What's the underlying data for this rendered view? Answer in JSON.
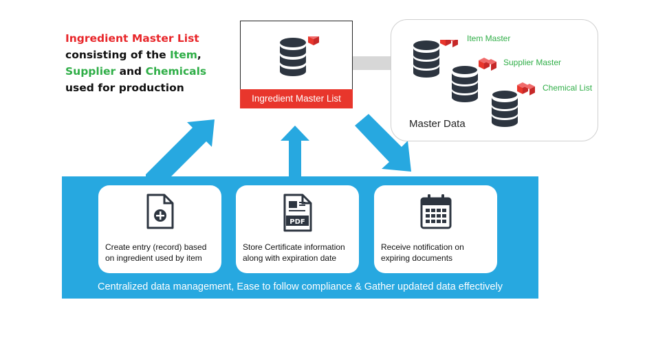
{
  "headline": {
    "part1": "Ingredient Master List",
    "part2": "consisting of the ",
    "part3": "Item",
    "part4": ",",
    "part5": "Supplier",
    "part6": " and ",
    "part7": "Chemicals",
    "part8": "used for production"
  },
  "ingredient_master_list": {
    "label": "Ingredient Master List"
  },
  "master_data": {
    "title": "Master Data",
    "items": [
      {
        "label": "Item Master"
      },
      {
        "label": "Supplier Master"
      },
      {
        "label": "Chemical List"
      }
    ]
  },
  "cards": [
    {
      "text": "Create entry (record) based on ingredient used by item",
      "icon": "add-document-icon"
    },
    {
      "text": "Store Certificate information along with expiration date",
      "icon": "pdf-document-icon",
      "icon_text": "PDF"
    },
    {
      "text": "Receive notification on expiring documents",
      "icon": "calendar-icon"
    }
  ],
  "footer": "Centralized data management, Ease to follow compliance & Gather updated data effectively",
  "colors": {
    "blue": "#27a8e0",
    "red": "#e8362c",
    "green": "#2fae47",
    "dark": "#2d3540"
  }
}
